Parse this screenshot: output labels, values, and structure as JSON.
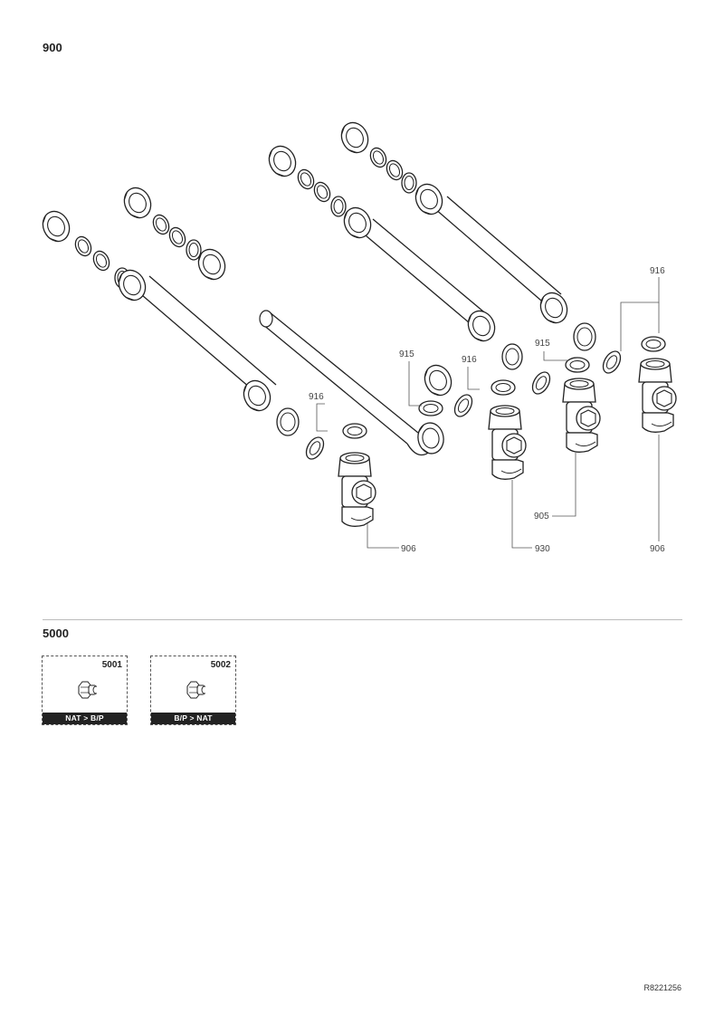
{
  "sections": {
    "main": {
      "title": "900"
    },
    "kits": {
      "title": "5000"
    }
  },
  "callouts": {
    "c916_left": "916",
    "c906_left": "906",
    "c915": "915",
    "c916_mid": "916",
    "c930": "930",
    "c915_right": "915",
    "c905": "905",
    "c916_right": "916",
    "c906_right": "906"
  },
  "kits": [
    {
      "code": "5001",
      "label": "NAT > B/P",
      "icon": "gas-nozzle-icon"
    },
    {
      "code": "5002",
      "label": "B/P > NAT",
      "icon": "gas-nozzle-icon"
    }
  ],
  "footer": {
    "reference": "R8221256"
  },
  "colors": {
    "line": "#222222",
    "fill": "#ffffff",
    "bar": "#222222"
  }
}
